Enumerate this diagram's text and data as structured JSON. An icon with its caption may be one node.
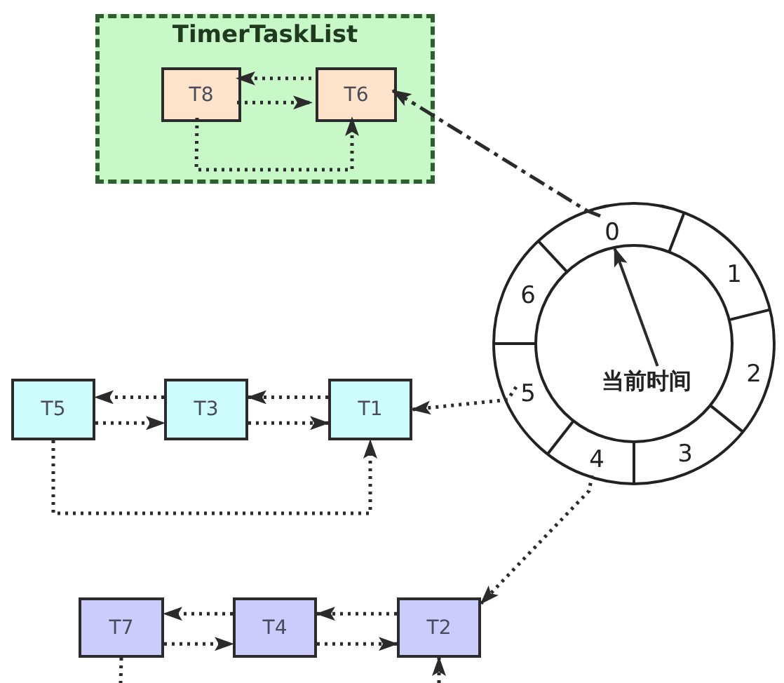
{
  "diagram": {
    "nodes": [
      {
        "text": [
          "TimerTaskList"
        ]
      },
      {
        "text": [
          "T8"
        ],
        "in": 0
      },
      {
        "text": [
          "T6"
        ],
        "in": 0
      },
      {
        "text": [],
        "shape": "circle"
      },
      {
        "text": [
          "0"
        ],
        "in": 3
      },
      {
        "text": [
          "1"
        ],
        "in": 3
      },
      {
        "text": [
          "2"
        ],
        "in": 3
      },
      {
        "text": [
          "3"
        ],
        "in": 3
      },
      {
        "text": [
          "4"
        ],
        "in": 3
      },
      {
        "text": [
          "5"
        ],
        "in": 3
      },
      {
        "text": [
          "6"
        ],
        "in": 3
      },
      {
        "text": [
          "当前时间"
        ],
        "in": 3
      },
      {
        "text": [
          "T5"
        ]
      },
      {
        "text": [
          "T3"
        ]
      },
      {
        "text": [
          "T1"
        ]
      },
      {
        "text": [
          "T7"
        ]
      },
      {
        "text": [
          "T4"
        ]
      },
      {
        "text": [
          "T2"
        ]
      }
    ],
    "edges": [
      {
        "from": 1,
        "to": 2,
        "arrow": "to",
        "style": "dashed"
      },
      {
        "from": 2,
        "to": 1,
        "arrow": "to",
        "style": "dashed"
      },
      {
        "from": 1,
        "to": 2,
        "arrow": "to",
        "style": "dashed"
      },
      {
        "from": 4,
        "to": 2,
        "arrow": "to",
        "style": "dashed"
      },
      {
        "from": 11,
        "to": 4,
        "arrow": "to"
      },
      {
        "from": 9,
        "to": 14,
        "arrow": "to",
        "style": "dashed"
      },
      {
        "from": 13,
        "to": 12,
        "arrow": "to",
        "style": "dashed"
      },
      {
        "from": 12,
        "to": 13,
        "arrow": "to",
        "style": "dashed"
      },
      {
        "from": 14,
        "to": 13,
        "arrow": "to",
        "style": "dashed"
      },
      {
        "from": 13,
        "to": 14,
        "arrow": "to",
        "style": "dashed"
      },
      {
        "from": 12,
        "to": 14,
        "arrow": "to",
        "style": "dashed"
      },
      {
        "from": 8,
        "to": 17,
        "arrow": "to",
        "style": "dashed"
      },
      {
        "from": 16,
        "to": 15,
        "arrow": "to",
        "style": "dashed"
      },
      {
        "from": 15,
        "to": 16,
        "arrow": "to",
        "style": "dashed"
      },
      {
        "from": 17,
        "to": 16,
        "arrow": "to",
        "style": "dashed"
      },
      {
        "from": 16,
        "to": 17,
        "arrow": "to",
        "style": "dashed"
      },
      {
        "from": 15,
        "to": null,
        "arrow": "none",
        "style": "dashed"
      },
      {
        "from": null,
        "to": 17,
        "arrow": "to",
        "style": "dashed"
      }
    ]
  }
}
